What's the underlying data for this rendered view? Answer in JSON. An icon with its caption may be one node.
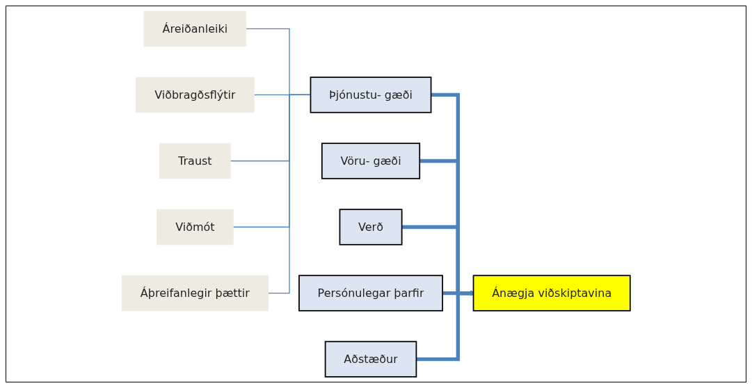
{
  "diagram": {
    "nodes": [
      {
        "text": [
          "Áreiðanleiki"
        ]
      },
      {
        "text": [
          "Viðbragðsflýtir"
        ]
      },
      {
        "text": [
          "Traust"
        ]
      },
      {
        "text": [
          "Viðmót"
        ]
      },
      {
        "text": [
          "Áþreifanlegir þættir"
        ]
      },
      {
        "text": [
          "Þjónustu- gæði"
        ]
      },
      {
        "text": [
          "Vöru- gæði"
        ]
      },
      {
        "text": [
          "Verð"
        ]
      },
      {
        "text": [
          "Persónulegar þarfir"
        ]
      },
      {
        "text": [
          "Ánægja viðskiptavina"
        ]
      },
      {
        "text": [
          "Aðstæður"
        ]
      }
    ],
    "edges": [
      {
        "from": 0,
        "to": 5,
        "arrow": "none"
      },
      {
        "from": 1,
        "to": 5,
        "arrow": "none"
      },
      {
        "from": 2,
        "to": 5,
        "arrow": "none"
      },
      {
        "from": 3,
        "to": 5,
        "arrow": "none"
      },
      {
        "from": 4,
        "to": 5,
        "arrow": "none"
      },
      {
        "from": 5,
        "to": 9,
        "arrow": "to",
        "style": "thick"
      },
      {
        "from": 6,
        "to": 9,
        "arrow": "to",
        "style": "thick"
      },
      {
        "from": 7,
        "to": 9,
        "arrow": "to",
        "style": "thick"
      },
      {
        "from": 8,
        "to": 9,
        "arrow": "to",
        "style": "thick"
      },
      {
        "from": 10,
        "to": 9,
        "arrow": "to",
        "style": "thick"
      }
    ]
  }
}
